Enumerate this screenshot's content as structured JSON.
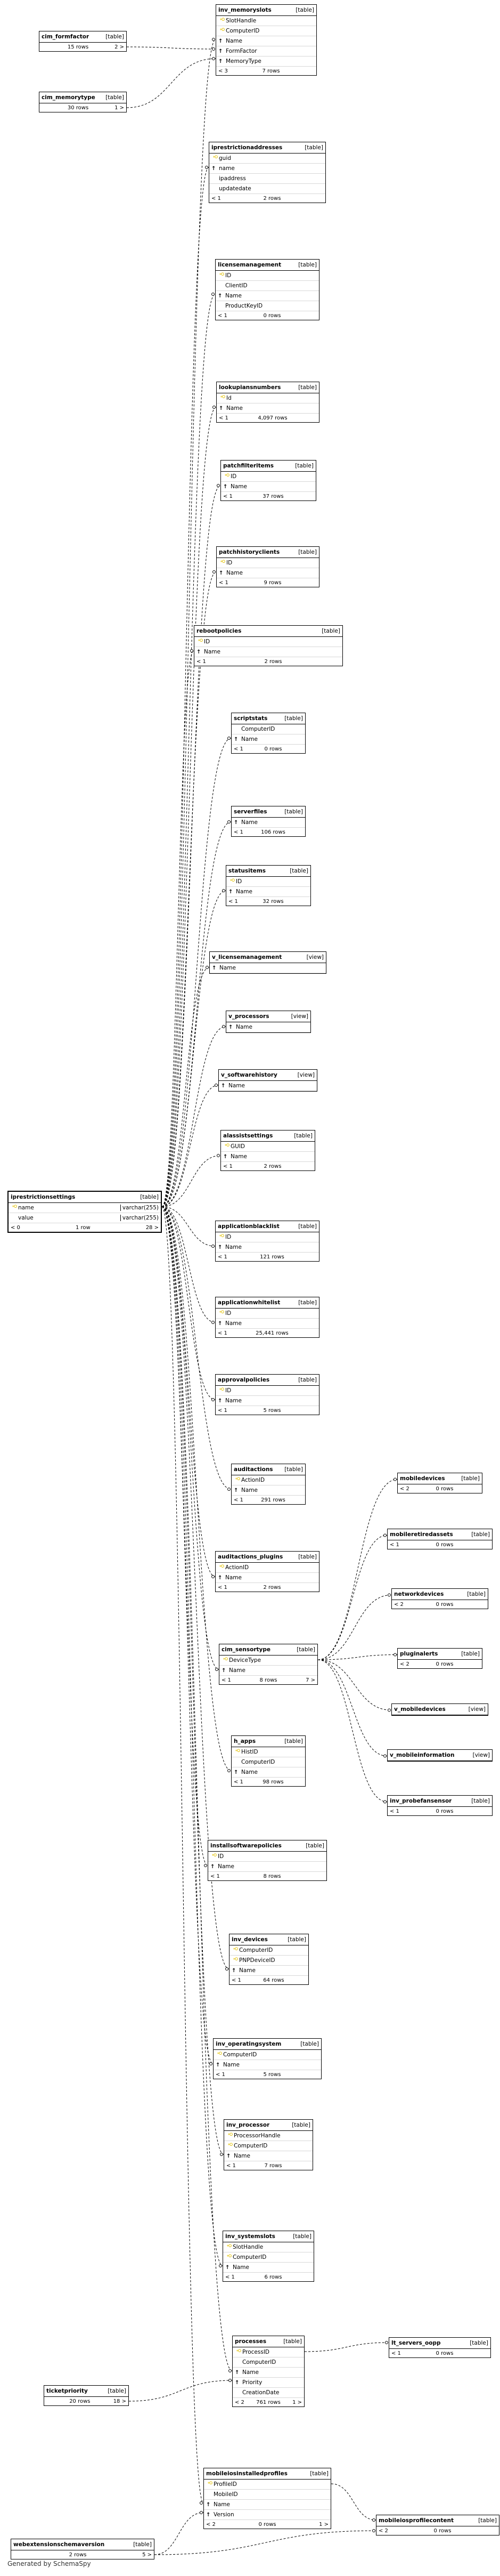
{
  "footer": "Generated by SchemaSpy",
  "tables": [
    {
      "id": "inv_memoryslots",
      "name": "inv_memoryslots",
      "kind": "[table]",
      "cols": [
        {
          "n": "SlotHandle",
          "i": "key"
        },
        {
          "n": "ComputerID",
          "i": "key"
        },
        {
          "n": "Name",
          "i": "fk"
        },
        {
          "n": "FormFactor",
          "i": "fk"
        },
        {
          "n": "MemoryType",
          "i": "fk"
        }
      ],
      "foot": [
        "< 3",
        "7 rows",
        ""
      ]
    },
    {
      "id": "cim_formfactor",
      "name": "cim_formfactor",
      "kind": "[table]",
      "cols": [],
      "foot": [
        "",
        "15 rows",
        "2 >"
      ]
    },
    {
      "id": "cim_memorytype",
      "name": "cim_memorytype",
      "kind": "[table]",
      "cols": [],
      "foot": [
        "",
        "30 rows",
        "1 >"
      ]
    },
    {
      "id": "iprestrictionaddresses",
      "name": "iprestrictionaddresses",
      "kind": "[table]",
      "cols": [
        {
          "n": "guid",
          "i": "key"
        },
        {
          "n": "name",
          "i": "fk"
        },
        {
          "n": "ipaddress",
          "i": ""
        },
        {
          "n": "updatedate",
          "i": ""
        }
      ],
      "foot": [
        "< 1",
        "2 rows",
        ""
      ]
    },
    {
      "id": "licensemanagement",
      "name": "licensemanagement",
      "kind": "[table]",
      "cols": [
        {
          "n": "ID",
          "i": "key"
        },
        {
          "n": "ClientID",
          "i": ""
        },
        {
          "n": "Name",
          "i": "fk"
        },
        {
          "n": "ProductKeyID",
          "i": ""
        }
      ],
      "foot": [
        "< 1",
        "0 rows",
        ""
      ]
    },
    {
      "id": "lookupiansnumbers",
      "name": "lookupiansnumbers",
      "kind": "[table]",
      "cols": [
        {
          "n": "Id",
          "i": "key"
        },
        {
          "n": "Name",
          "i": "fk"
        }
      ],
      "foot": [
        "< 1",
        "4,097 rows",
        ""
      ]
    },
    {
      "id": "patchfilteritems",
      "name": "patchfilteritems",
      "kind": "[table]",
      "cols": [
        {
          "n": "ID",
          "i": "key"
        },
        {
          "n": "Name",
          "i": "fk"
        }
      ],
      "foot": [
        "< 1",
        "37 rows",
        ""
      ]
    },
    {
      "id": "patchhistoryclients",
      "name": "patchhistoryclients",
      "kind": "[table]",
      "cols": [
        {
          "n": "ID",
          "i": "key"
        },
        {
          "n": "Name",
          "i": "fk"
        }
      ],
      "foot": [
        "< 1",
        "9 rows",
        ""
      ]
    },
    {
      "id": "rebootpolicies",
      "name": "rebootpolicies",
      "kind": "[table]",
      "cols": [
        {
          "n": "ID",
          "i": "key"
        },
        {
          "n": "Name",
          "i": "fk"
        }
      ],
      "foot": [
        "< 1",
        "2 rows",
        ""
      ]
    },
    {
      "id": "scriptstats",
      "name": "scriptstats",
      "kind": "[table]",
      "cols": [
        {
          "n": "ComputerID",
          "i": ""
        },
        {
          "n": "Name",
          "i": "fk"
        }
      ],
      "foot": [
        "< 1",
        "0 rows",
        ""
      ]
    },
    {
      "id": "serverfiles",
      "name": "serverfiles",
      "kind": "[table]",
      "cols": [
        {
          "n": "Name",
          "i": "fk"
        }
      ],
      "foot": [
        "< 1",
        "106 rows",
        ""
      ]
    },
    {
      "id": "statusitems",
      "name": "statusitems",
      "kind": "[table]",
      "cols": [
        {
          "n": "ID",
          "i": "key"
        },
        {
          "n": "Name",
          "i": "fk"
        }
      ],
      "foot": [
        "< 1",
        "32 rows",
        ""
      ]
    },
    {
      "id": "v_licensemanagement",
      "name": "v_licensemanagement",
      "kind": "[view]",
      "cols": [
        {
          "n": "Name",
          "i": "fk"
        }
      ],
      "foot": null
    },
    {
      "id": "v_processors",
      "name": "v_processors",
      "kind": "[view]",
      "cols": [
        {
          "n": "Name",
          "i": "fk"
        }
      ],
      "foot": null
    },
    {
      "id": "v_softwarehistory",
      "name": "v_softwarehistory",
      "kind": "[view]",
      "cols": [
        {
          "n": "Name",
          "i": "fk"
        }
      ],
      "foot": null
    },
    {
      "id": "alassistsettings",
      "name": "alassistsettings",
      "kind": "[table]",
      "cols": [
        {
          "n": "GUID",
          "i": "key"
        },
        {
          "n": "Name",
          "i": "fk"
        }
      ],
      "foot": [
        "< 1",
        "2 rows",
        ""
      ]
    },
    {
      "id": "iprestrictionsettings",
      "name": "iprestrictionsettings",
      "kind": "[table]",
      "hl": true,
      "cols": [
        {
          "n": "name",
          "i": "key",
          "t": "varchar(255)"
        },
        {
          "n": "value",
          "i": "",
          "t": "varchar(255)"
        }
      ],
      "foot": [
        "< 0",
        "1 row",
        "28 >"
      ]
    },
    {
      "id": "applicationblacklist",
      "name": "applicationblacklist",
      "kind": "[table]",
      "cols": [
        {
          "n": "ID",
          "i": "key"
        },
        {
          "n": "Name",
          "i": "fk"
        }
      ],
      "foot": [
        "< 1",
        "121 rows",
        ""
      ]
    },
    {
      "id": "applicationwhitelist",
      "name": "applicationwhitelist",
      "kind": "[table]",
      "cols": [
        {
          "n": "ID",
          "i": "key"
        },
        {
          "n": "Name",
          "i": "fk"
        }
      ],
      "foot": [
        "< 1",
        "25,441 rows",
        ""
      ]
    },
    {
      "id": "approvalpolicies",
      "name": "approvalpolicies",
      "kind": "[table]",
      "cols": [
        {
          "n": "ID",
          "i": "key"
        },
        {
          "n": "Name",
          "i": "fk"
        }
      ],
      "foot": [
        "< 1",
        "5 rows",
        ""
      ]
    },
    {
      "id": "auditactions",
      "name": "auditactions",
      "kind": "[table]",
      "cols": [
        {
          "n": "ActionID",
          "i": "key"
        },
        {
          "n": "Name",
          "i": "fk"
        }
      ],
      "foot": [
        "< 1",
        "291 rows",
        ""
      ]
    },
    {
      "id": "auditactions_plugins",
      "name": "auditactions_plugins",
      "kind": "[table]",
      "cols": [
        {
          "n": "ActionID",
          "i": "key"
        },
        {
          "n": "Name",
          "i": "fk"
        }
      ],
      "foot": [
        "< 1",
        "2 rows",
        ""
      ]
    },
    {
      "id": "cim_sensortype",
      "name": "cim_sensortype",
      "kind": "[table]",
      "cols": [
        {
          "n": "DeviceType",
          "i": "key"
        },
        {
          "n": "Name",
          "i": "fk"
        }
      ],
      "foot": [
        "< 1",
        "8 rows",
        "7 >"
      ]
    },
    {
      "id": "mobiledevices",
      "name": "mobiledevices",
      "kind": "[table]",
      "cols": [],
      "foot": [
        "< 2",
        "0 rows",
        ""
      ]
    },
    {
      "id": "mobileretiredassets",
      "name": "mobileretiredassets",
      "kind": "[table]",
      "cols": [],
      "foot": [
        "< 1",
        "0 rows",
        ""
      ]
    },
    {
      "id": "networkdevices",
      "name": "networkdevices",
      "kind": "[table]",
      "cols": [],
      "foot": [
        "< 2",
        "0 rows",
        ""
      ]
    },
    {
      "id": "pluginalerts",
      "name": "pluginalerts",
      "kind": "[table]",
      "cols": [],
      "foot": [
        "< 2",
        "0 rows",
        ""
      ]
    },
    {
      "id": "v_mobiledevices",
      "name": "v_mobiledevices",
      "kind": "[view]",
      "cols": [],
      "foot": null
    },
    {
      "id": "v_mobileinformation",
      "name": "v_mobileinformation",
      "kind": "[view]",
      "cols": [],
      "foot": null
    },
    {
      "id": "inv_probefansensor",
      "name": "inv_probefansensor",
      "kind": "[table]",
      "cols": [],
      "foot": [
        "< 1",
        "0 rows",
        ""
      ]
    },
    {
      "id": "h_apps",
      "name": "h_apps",
      "kind": "[table]",
      "cols": [
        {
          "n": "HistID",
          "i": "key"
        },
        {
          "n": "ComputerID",
          "i": ""
        },
        {
          "n": "Name",
          "i": "fk"
        }
      ],
      "foot": [
        "< 1",
        "98 rows",
        ""
      ]
    },
    {
      "id": "installsoftwarepolicies",
      "name": "installsoftwarepolicies",
      "kind": "[table]",
      "cols": [
        {
          "n": "ID",
          "i": "key"
        },
        {
          "n": "Name",
          "i": "fk"
        }
      ],
      "foot": [
        "< 1",
        "8 rows",
        ""
      ]
    },
    {
      "id": "inv_devices",
      "name": "inv_devices",
      "kind": "[table]",
      "cols": [
        {
          "n": "ComputerID",
          "i": "key"
        },
        {
          "n": "PNPDeviceID",
          "i": "key"
        },
        {
          "n": "Name",
          "i": "fk"
        }
      ],
      "foot": [
        "< 1",
        "64 rows",
        ""
      ]
    },
    {
      "id": "inv_operatingsystem",
      "name": "inv_operatingsystem",
      "kind": "[table]",
      "cols": [
        {
          "n": "ComputerID",
          "i": "key"
        },
        {
          "n": "Name",
          "i": "fk"
        }
      ],
      "foot": [
        "< 1",
        "5 rows",
        ""
      ]
    },
    {
      "id": "inv_processor",
      "name": "inv_processor",
      "kind": "[table]",
      "cols": [
        {
          "n": "ProcessorHandle",
          "i": "key"
        },
        {
          "n": "ComputerID",
          "i": "key"
        },
        {
          "n": "Name",
          "i": "fk"
        }
      ],
      "foot": [
        "< 1",
        "7 rows",
        ""
      ]
    },
    {
      "id": "inv_systemslots",
      "name": "inv_systemslots",
      "kind": "[table]",
      "cols": [
        {
          "n": "SlotHandle",
          "i": "key"
        },
        {
          "n": "ComputerID",
          "i": "key"
        },
        {
          "n": "Name",
          "i": "fk"
        }
      ],
      "foot": [
        "< 1",
        "6 rows",
        ""
      ]
    },
    {
      "id": "processes",
      "name": "processes",
      "kind": "[table]",
      "cols": [
        {
          "n": "ProcessID",
          "i": "key"
        },
        {
          "n": "ComputerID",
          "i": ""
        },
        {
          "n": "Name",
          "i": "fk"
        },
        {
          "n": "Priority",
          "i": "fk"
        },
        {
          "n": "CreationDate",
          "i": ""
        }
      ],
      "foot": [
        "< 2",
        "761 rows",
        "1 >"
      ]
    },
    {
      "id": "lt_servers_oopp",
      "name": "lt_servers_oopp",
      "kind": "[table]",
      "cols": [],
      "foot": [
        "< 1",
        "0 rows",
        ""
      ]
    },
    {
      "id": "ticketpriority",
      "name": "ticketpriority",
      "kind": "[table]",
      "cols": [],
      "foot": [
        "",
        "20 rows",
        "18 >"
      ]
    },
    {
      "id": "mobileiosinstalledprofiles",
      "name": "mobileiosinstalledprofiles",
      "kind": "[table]",
      "cols": [
        {
          "n": "ProfileID",
          "i": "key"
        },
        {
          "n": "MobileID",
          "i": ""
        },
        {
          "n": "Name",
          "i": "fk"
        },
        {
          "n": "Version",
          "i": "fk"
        }
      ],
      "foot": [
        "< 2",
        "0 rows",
        "1 >"
      ]
    },
    {
      "id": "mobileiosprofilecontent",
      "name": "mobileiosprofilecontent",
      "kind": "[table]",
      "cols": [],
      "foot": [
        "< 2",
        "0 rows",
        ""
      ]
    },
    {
      "id": "webextensionschemaversion",
      "name": "webextensionschemaversion",
      "kind": "[table]",
      "cols": [],
      "foot": [
        "",
        "2 rows",
        "5 >"
      ]
    }
  ]
}
